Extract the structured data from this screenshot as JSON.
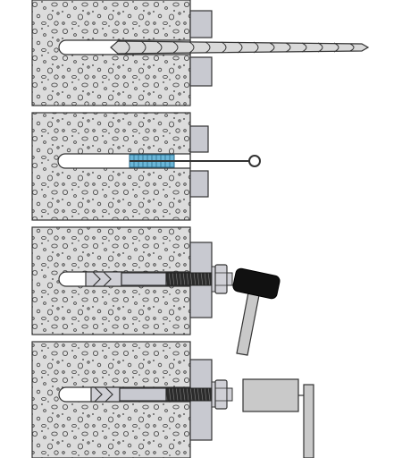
{
  "figure": {
    "steps": [
      {
        "step": 1,
        "action": "drill-hole",
        "tool": "twist-drill-bit"
      },
      {
        "step": 2,
        "action": "clean-hole",
        "tool": "cleaning-brush"
      },
      {
        "step": 3,
        "action": "set-anchor",
        "tool": "hammer"
      },
      {
        "step": 4,
        "action": "tighten-nut",
        "tool": "torque-wrench"
      }
    ]
  },
  "colors": {
    "concrete": "#dcdcdc",
    "outline": "#333333",
    "fixture": "#c8c9d0",
    "brush": "#6ab6d8",
    "thread": "#2b2b2b",
    "hammer_head": "#111111",
    "tool_gray": "#c9c9c9"
  }
}
